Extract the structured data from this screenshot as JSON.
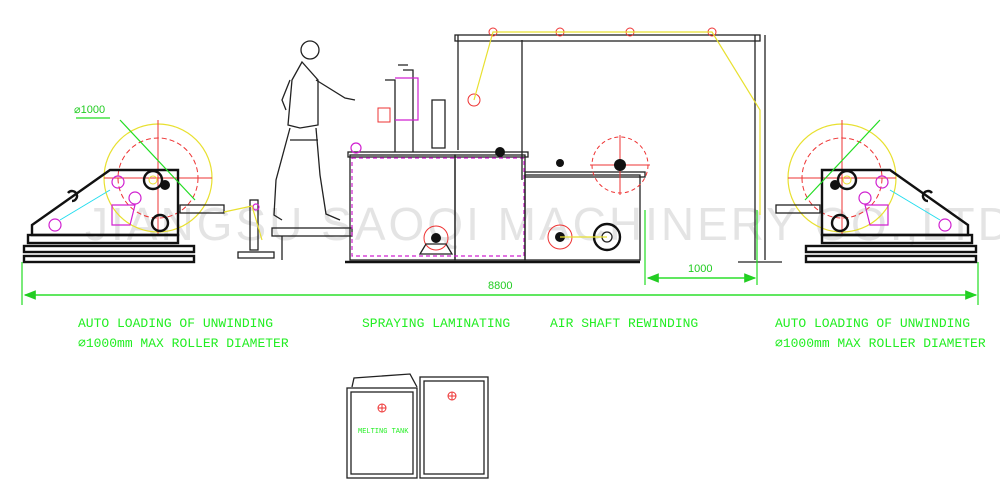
{
  "diagram": {
    "watermark": "JIANGSU SAOQI MACHINERY CO.,LTD",
    "diameter_label": "⌀1000",
    "dimensions": {
      "total": "8800",
      "rewind_gap": "1000"
    },
    "sections": [
      {
        "line1": "AUTO LOADING OF UNWINDING",
        "line2": "⌀1000mm MAX ROLLER DIAMETER"
      },
      {
        "line1": "SPRAYING LAMINATING"
      },
      {
        "line1": "AIR SHAFT REWINDING"
      },
      {
        "line1": "AUTO LOADING OF UNWINDING",
        "line2": "⌀1000mm MAX ROLLER DIAMETER"
      }
    ],
    "tank_label": "MELTING TANK"
  }
}
